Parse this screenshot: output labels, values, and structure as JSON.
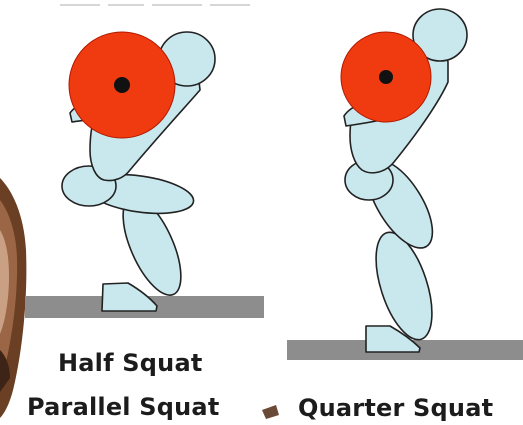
{
  "captions": {
    "half": "Half Squat",
    "parallel": "Parallel Squat",
    "quarter": "Quarter Squat"
  },
  "colors": {
    "body_fill": "#c9e8ee",
    "outline": "#222222",
    "plate": "#f03a10",
    "plate_hub": "#111111",
    "floor": "#8d8d8d",
    "text": "#1c1c1c",
    "photo_edge": "#6a3f24"
  },
  "figures": [
    {
      "name": "deep-squat-figure",
      "caption_keys": [
        "half",
        "parallel"
      ]
    },
    {
      "name": "quarter-squat-figure",
      "caption_keys": [
        "quarter"
      ]
    }
  ]
}
